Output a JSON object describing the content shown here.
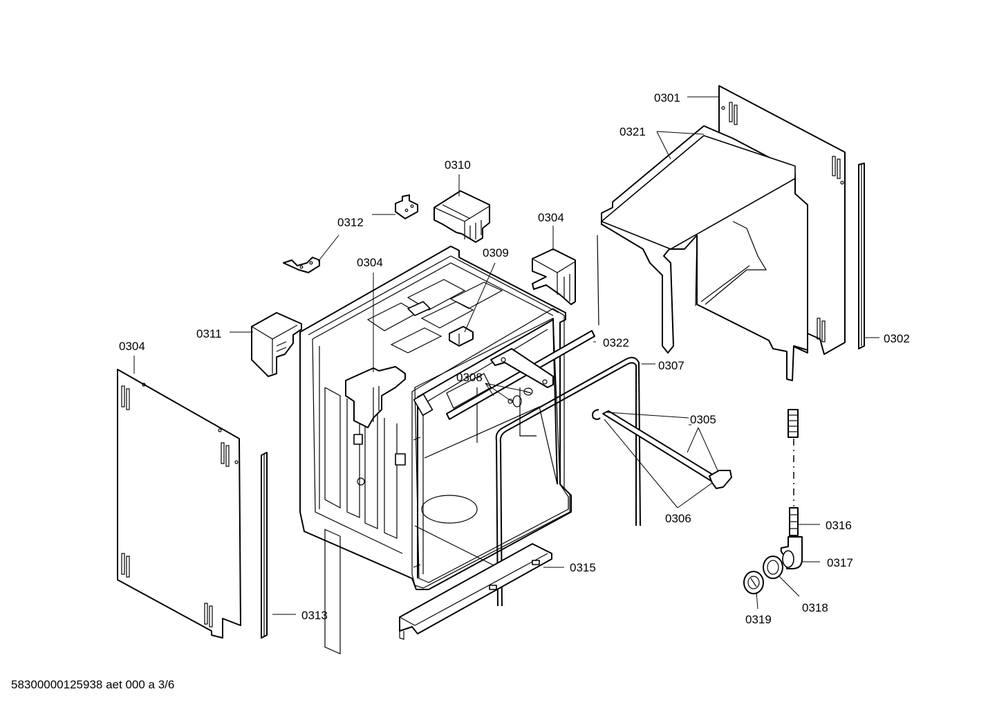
{
  "labels": {
    "p0301": "0301",
    "p0302": "0302",
    "p0304_left": "0304",
    "p0304_mid": "0304",
    "p0304_right": "0304",
    "p0305": "0305",
    "p0306": "0306",
    "p0307": "0307",
    "p0308": "0308",
    "p0309": "0309",
    "p0310": "0310",
    "p0311": "0311",
    "p0312": "0312",
    "p0313": "0313",
    "p0315": "0315",
    "p0316": "0316",
    "p0317": "0317",
    "p0318": "0318",
    "p0319": "0319",
    "p0321": "0321",
    "p0322": "0322"
  },
  "footer": "58300000125938 aet 000 a 3/6"
}
